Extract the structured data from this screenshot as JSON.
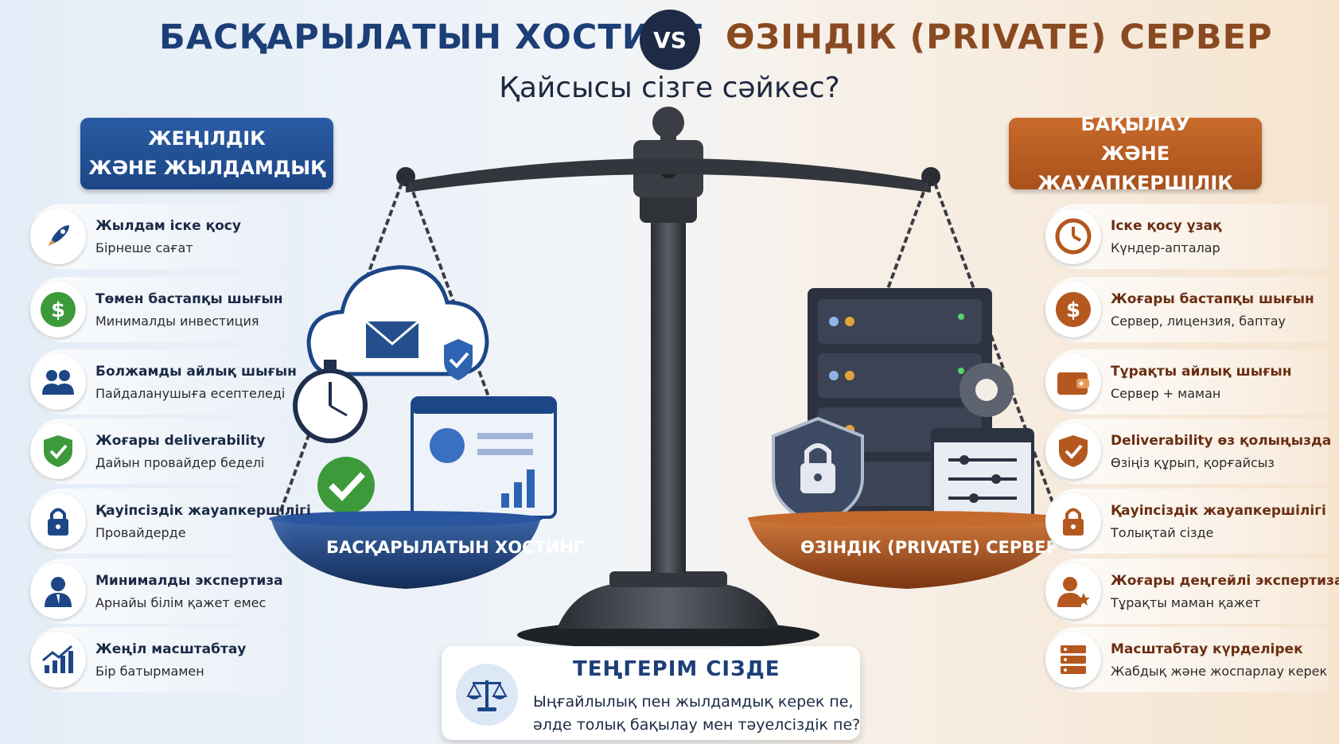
{
  "title": {
    "left": "БАСҚАРЫЛАТЫН ХОСТИНГ",
    "vs": "VS",
    "right": "ӨЗІНДІК (PRIVATE) СЕРВЕР",
    "subtitle": "Қайсысы сізге сәйкес?"
  },
  "colors": {
    "blue": "#1c4686",
    "orange": "#b4581f",
    "dark": "#2f3237",
    "green": "#3c9a3a"
  },
  "left": {
    "header": [
      "ЖЕҢІЛДІК",
      "ЖӘНЕ ЖЫЛДАМДЫҚ"
    ],
    "pan_label": "БАСҚАРЫЛАТЫН ХОСТИНГ",
    "features": [
      {
        "icon": "rocket-icon",
        "title": "Жылдам іске қосу",
        "text": "Бірнеше сағат"
      },
      {
        "icon": "dollar-icon",
        "title": "Төмен бастапқы шығын",
        "text": "Минималды инвестиция"
      },
      {
        "icon": "users-icon",
        "title": "Болжамды айлық шығын",
        "text": "Пайдаланушыға есептеледі"
      },
      {
        "icon": "shield-check-icon",
        "title": "Жоғары deliverability",
        "text": "Дайын провайдер беделі"
      },
      {
        "icon": "lock-icon",
        "title": "Қауіпсіздік жауапкершілігі",
        "text": "Провайдерде"
      },
      {
        "icon": "person-icon",
        "title": "Минималды экспертиза",
        "text": "Арнайы білім қажет емес"
      },
      {
        "icon": "growth-chart-icon",
        "title": "Жеңіл масштабтау",
        "text": "Бір батырмамен"
      }
    ]
  },
  "right": {
    "header": [
      "БАҚЫЛАУ",
      "ЖӘНЕ ЖАУАПКЕРШІЛІК"
    ],
    "pan_label": "ӨЗІНДІК (PRIVATE) СЕРВЕР",
    "features": [
      {
        "icon": "clock-icon",
        "title": "Іске қосу ұзақ",
        "text": "Күндер-апталар"
      },
      {
        "icon": "dollar-icon",
        "title": "Жоғары бастапқы шығын",
        "text": "Сервер, лицензия, баптау"
      },
      {
        "icon": "wallet-icon",
        "title": "Тұрақты айлық шығын",
        "text": "Сервер + маман"
      },
      {
        "icon": "shield-check-icon",
        "title": "Deliverability өз қолыңызда",
        "text": "Өзіңіз құрып, қорғайсыз"
      },
      {
        "icon": "lock-icon",
        "title": "Қауіпсіздік жауапкершілігі",
        "text": "Толықтай сізде"
      },
      {
        "icon": "expert-star-icon",
        "title": "Жоғары деңгейлі экспертиза",
        "text": "Тұрақты маман қажет"
      },
      {
        "icon": "server-stack-icon",
        "title": "Масштабтау күрделірек",
        "text": "Жабдық және жоспарлау керек"
      }
    ]
  },
  "balance": {
    "icon": "scales-icon",
    "title": "ТЕҢГЕРІМ СІЗДЕ",
    "line1": "Ыңғайлылық пен жылдамдық керек пе,",
    "line2": "әлде толық бақылау мен тәуелсіздік пе?"
  }
}
